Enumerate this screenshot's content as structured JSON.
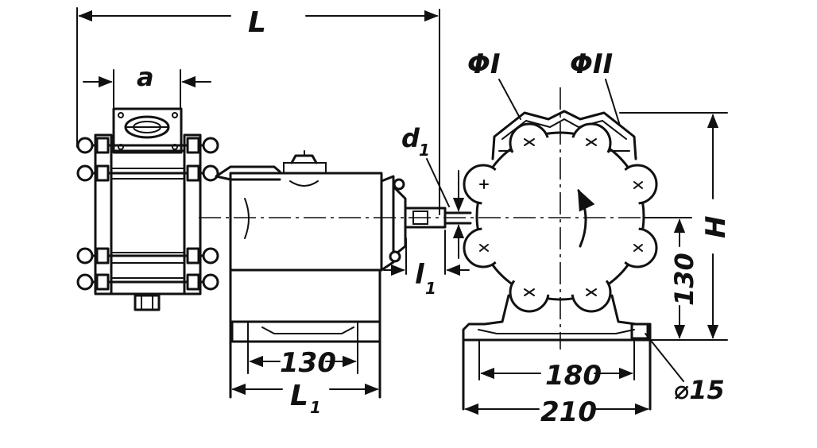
{
  "labels": {
    "L": "L",
    "a": "a",
    "d1": "d",
    "d1_sub": "1",
    "phi1": "ΦI",
    "phi2": "ΦII",
    "H": "H",
    "l1": "l",
    "l1_sub": "1",
    "L1": "L",
    "L1_sub": "1"
  },
  "dimensions": {
    "foot_130": "130",
    "height_130": "130",
    "d180": "180",
    "d210": "210",
    "hole": "⌀15"
  }
}
